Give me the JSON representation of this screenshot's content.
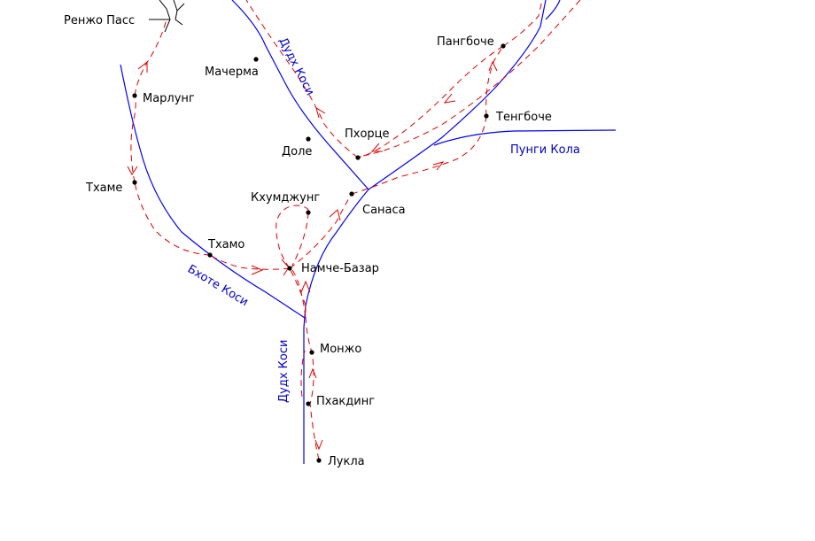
{
  "colors": {
    "river": "#0000ff",
    "river_label": "#0000cc",
    "route": "#e00000",
    "village": "#000000",
    "background": "#ffffff"
  },
  "rivers": {
    "dudh_kosi_upper": "Дудх Коси",
    "pungi_kola": "Пунги Кола",
    "bhote_kosi": "Бхоте Коси",
    "dudh_kosi_lower": "Дудх Коси"
  },
  "villages": {
    "renjo_pass": "Ренжо Пасс",
    "marlung": "Марлунг",
    "macherma": "Мачерма",
    "pangboche": "Пангбоче",
    "tengboche": "Тенгбоче",
    "pheriche": "Пхорце",
    "dole": "Доле",
    "thame": "Тхаме",
    "khumjung": "Кхумджунг",
    "sanasa": "Санаса",
    "thamo": "Тхамо",
    "namche": "Намче-Базар",
    "monjo": "Монжо",
    "phakding": "Пхакдинг",
    "lukla": "Лукла"
  }
}
